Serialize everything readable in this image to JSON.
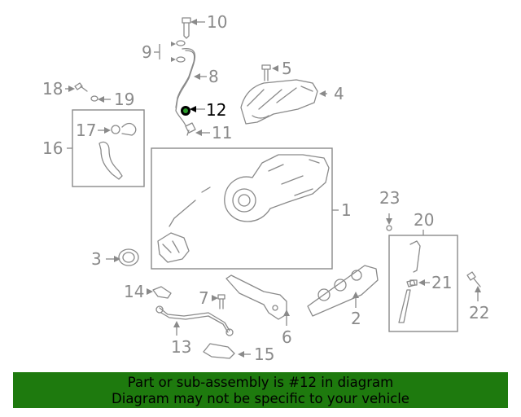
{
  "callouts": [
    "1",
    "2",
    "3",
    "4",
    "5",
    "6",
    "7",
    "8",
    "9",
    "10",
    "11",
    "12",
    "13",
    "14",
    "15",
    "16",
    "17",
    "18",
    "19",
    "20",
    "21",
    "22",
    "23"
  ],
  "highlight_callout": "12",
  "banner": {
    "line1": "Part or sub-assembly is #12 in diagram",
    "line2": "Diagram may not be specific to your vehicle",
    "color": "#1e7a0e"
  }
}
